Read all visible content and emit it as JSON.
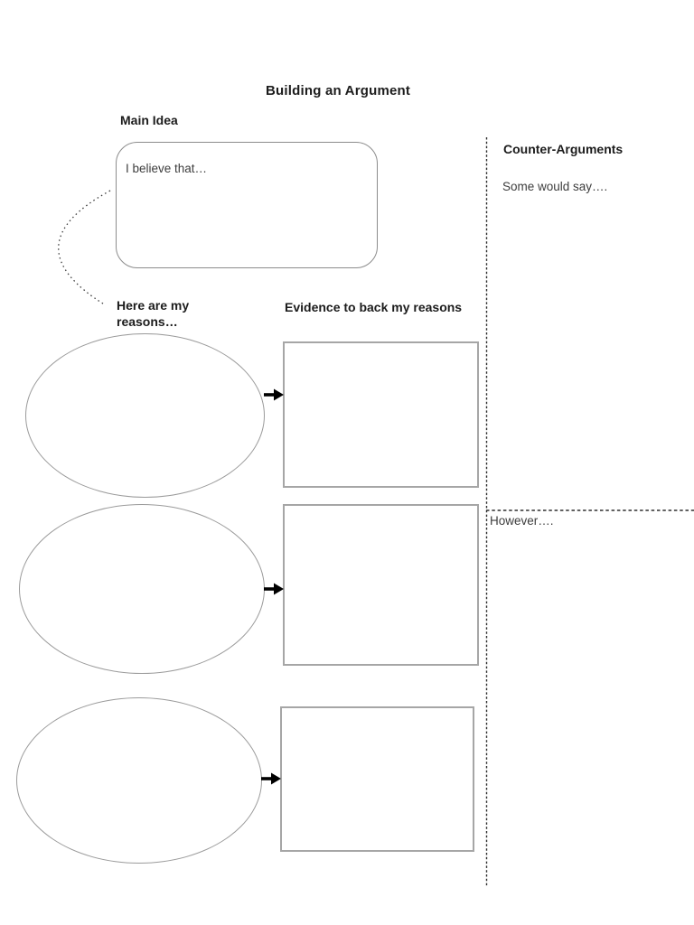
{
  "page": {
    "title": "Building an Argument"
  },
  "main_idea": {
    "heading": "Main Idea",
    "prompt": "I believe that…"
  },
  "reasons": {
    "heading_line1": "Here are my",
    "heading_line2": "reasons…",
    "count": 3
  },
  "evidence": {
    "heading": "Evidence to back my reasons",
    "count": 3
  },
  "counter_arguments": {
    "heading": "Counter-Arguments",
    "prompt_top": "Some would say….",
    "prompt_bottom": "However…."
  },
  "icons": {
    "arrow_right": "→"
  },
  "colors": {
    "heading_text": "#1c1c1c",
    "body_text": "#3d3d3d",
    "shape_border": "#9b9b9b",
    "box_border": "#a6a6a6",
    "rounded_box_border": "#8c8c8c",
    "dotted_line": "#2e2e2e",
    "arrow": "#000000",
    "background": "#ffffff"
  }
}
